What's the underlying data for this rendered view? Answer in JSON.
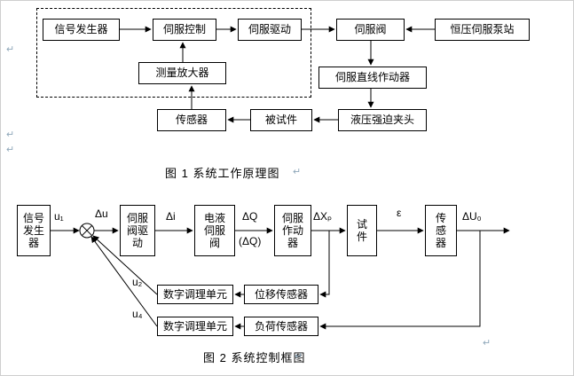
{
  "page": {
    "paragraph_mark": "↵"
  },
  "fig1": {
    "caption": "图 1 系统工作原理图",
    "boxes": {
      "signal_generator": "信号发生器",
      "servo_control": "伺服控制",
      "servo_drive": "伺服驱动",
      "servo_valve": "伺服阀",
      "pump_station": "恒压伺服泵站",
      "measuring_amplifier": "测量放大器",
      "servo_linear_actuator": "伺服直线作动器",
      "sensor": "传感器",
      "test_specimen": "被试件",
      "hydraulic_clamp": "液压强迫夹头"
    }
  },
  "fig2": {
    "caption": "图 2 系统控制框图",
    "boxes": {
      "signal_generator": "信号\n发生\n器",
      "servo_valve_drive": "伺服\n阀驱\n动",
      "electrohydraulic_servo_valve": "电液\n伺服\n阀",
      "servo_actuator": "伺服\n作动\n器",
      "test_specimen": "试\n件",
      "sensor": "传\n感\n器",
      "digital_conditioning_unit_1": "数字调理单元",
      "displacement_sensor": "位移传感器",
      "digital_conditioning_unit_2": "数字调理单元",
      "load_sensor": "负荷传感器"
    },
    "signal_labels": {
      "u1": "u₁",
      "delta_u": "Δu",
      "delta_i": "Δi",
      "delta_q": "ΔQ",
      "delta_q_paren": "(ΔQ)",
      "delta_xp": "ΔXₚ",
      "epsilon": "ε",
      "delta_u0": "ΔU₀",
      "u2": "u₂",
      "u4": "u₄"
    }
  }
}
